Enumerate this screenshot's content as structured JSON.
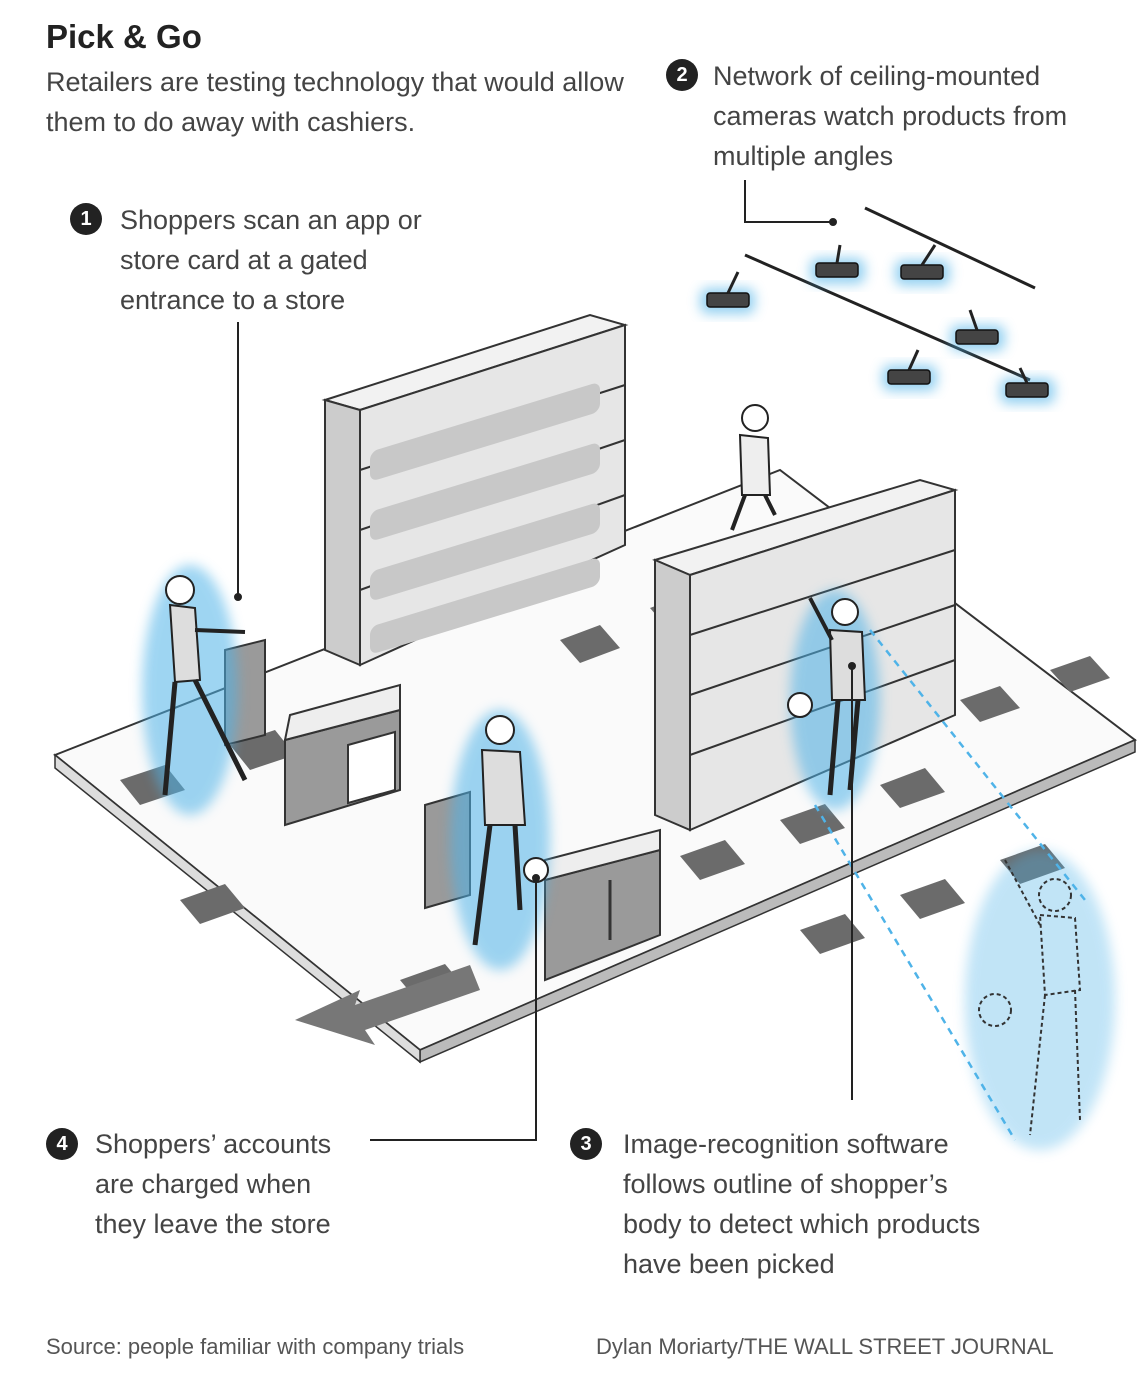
{
  "header": {
    "title": "Pick & Go",
    "subtitle": "Retailers are testing technology that would allow them to do away with cashiers."
  },
  "callouts": [
    {
      "number": "1",
      "text": "Shoppers scan an app or store card at a gated entrance to a store"
    },
    {
      "number": "2",
      "text": "Network of ceiling-mounted cameras watch products from multiple angles"
    },
    {
      "number": "3",
      "text": "Image-recognition software follows outline of shopper’s body to detect which products have been picked"
    },
    {
      "number": "4",
      "text": "Shoppers’ accounts are charged when they leave the store"
    }
  ],
  "footer": {
    "source": "Source: people familiar with company trials",
    "credit": "Dylan Moriarty/THE WALL STREET JOURNAL"
  },
  "colors": {
    "highlight": "#4fb3e8",
    "shelf": "#e6e6e6",
    "shelf_dark": "#9a9a9a",
    "floor_stripe": "#6b6b6b",
    "badge": "#222222"
  }
}
